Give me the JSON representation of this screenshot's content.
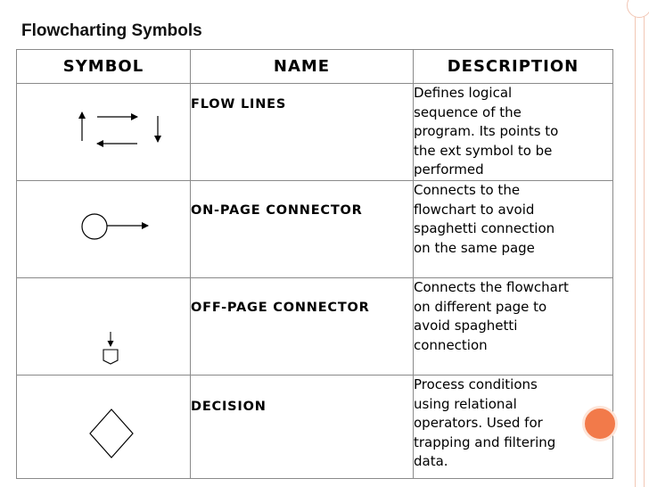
{
  "title": "Flowcharting Symbols",
  "table": {
    "headers": {
      "symbol": "SYMBOL",
      "name": "NAME",
      "description": "DESCRIPTION"
    },
    "rows": [
      {
        "symbol_icon": "flow-lines-icon",
        "name": "FLOW LINES",
        "description": "Defines logical\nsequence of the\nprogram.  Its points to\nthe ext symbol to be\nperformed"
      },
      {
        "symbol_icon": "on-page-connector-icon",
        "name": "ON-PAGE CONNECTOR",
        "description": "Connects to the\nflowchart to avoid\nspaghetti connection\non the same page"
      },
      {
        "symbol_icon": "off-page-connector-icon",
        "name": "OFF-PAGE CONNECTOR",
        "description": "Connects the flowchart\non different page to\navoid spaghetti\nconnection"
      },
      {
        "symbol_icon": "decision-diamond-icon",
        "name": "DECISION",
        "description": "Process conditions\nusing relational\noperators.  Used for\ntrapping and filtering\ndata."
      }
    ]
  },
  "colors": {
    "accent_orange": "#f27a4a",
    "border_gray": "#8a8a8a",
    "edge_peach": "#f2c7b5"
  }
}
